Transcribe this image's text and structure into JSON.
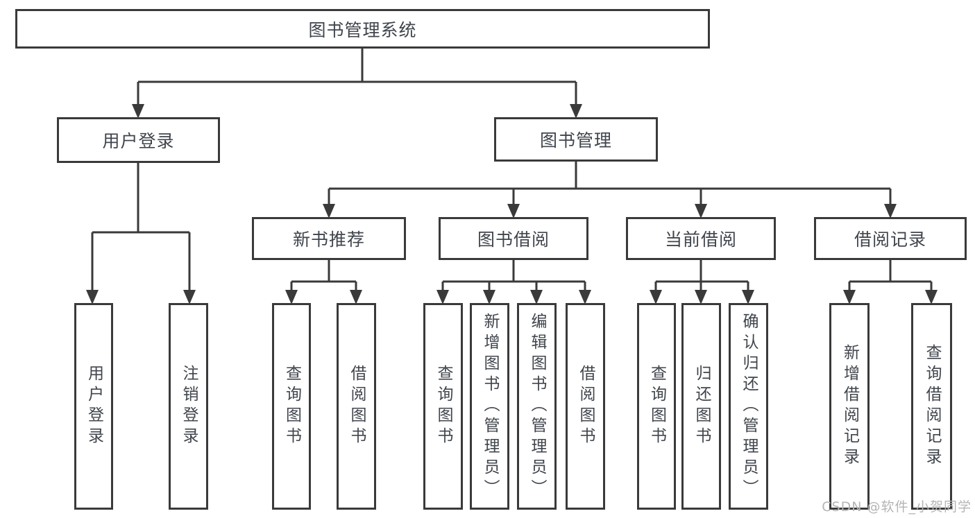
{
  "diagram": {
    "root": {
      "label": "图书管理系统"
    },
    "level2": [
      {
        "id": "user-login",
        "label": "用户登录"
      },
      {
        "id": "book-management",
        "label": "图书管理"
      }
    ],
    "level3": [
      {
        "id": "new-book-recommend",
        "parent": "图书管理",
        "label": "新书推荐"
      },
      {
        "id": "book-borrowing",
        "parent": "图书管理",
        "label": "图书借阅"
      },
      {
        "id": "current-borrowing",
        "parent": "图书管理",
        "label": "当前借阅"
      },
      {
        "id": "borrowing-records",
        "parent": "图书管理",
        "label": "借阅记录"
      }
    ],
    "leaves": [
      {
        "parent": "用户登录",
        "label": "用户登录"
      },
      {
        "parent": "用户登录",
        "label": "注销登录"
      },
      {
        "parent": "新书推荐",
        "label": "查询图书"
      },
      {
        "parent": "新书推荐",
        "label": "借阅图书"
      },
      {
        "parent": "图书借阅",
        "label": "查询图书"
      },
      {
        "parent": "图书借阅",
        "label": "新增图书（管理员）"
      },
      {
        "parent": "图书借阅",
        "label": "编辑图书（管理员）"
      },
      {
        "parent": "图书借阅",
        "label": "借阅图书"
      },
      {
        "parent": "当前借阅",
        "label": "查询图书"
      },
      {
        "parent": "当前借阅",
        "label": "归还图书"
      },
      {
        "parent": "当前借阅",
        "label": "确认归还（管理员）"
      },
      {
        "parent": "借阅记录",
        "label": "新增借阅记录"
      },
      {
        "parent": "借阅记录",
        "label": "查询借阅记录"
      }
    ]
  },
  "watermark": "CSDN @软件_小贺同学",
  "colors": {
    "line": "#3a3a3a",
    "text": "#40454c",
    "watermark": "#b5b5b5",
    "background": "#ffffff"
  }
}
